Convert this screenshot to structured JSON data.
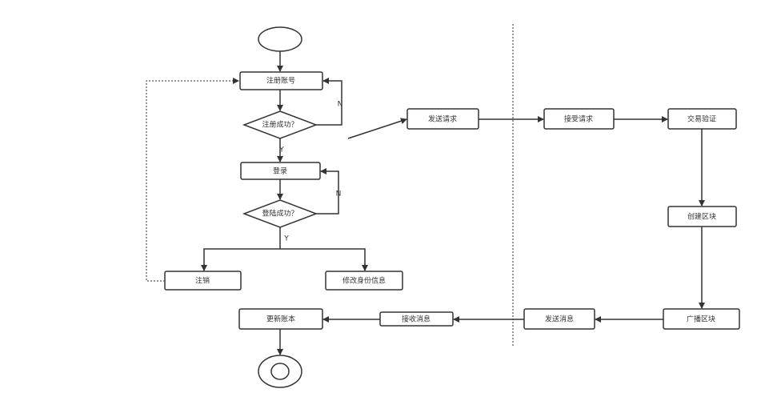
{
  "nodes": {
    "register": "注册账号",
    "register_ok": "注册成功？",
    "login": "登录",
    "login_ok": "登陆成功？",
    "logout": "注销",
    "edit_identity": "修改身份信息",
    "send_request": "发送请求",
    "accept_request": "接受请求",
    "verify_tx": "交易验证",
    "create_block": "创建区块",
    "broadcast_block": "广播区块",
    "send_message": "发送消息",
    "receive_message": "接收消息",
    "update_ledger": "更新账本"
  },
  "labels": {
    "n1": "N",
    "y1": "Y",
    "n2": "N",
    "y2": "Y"
  }
}
